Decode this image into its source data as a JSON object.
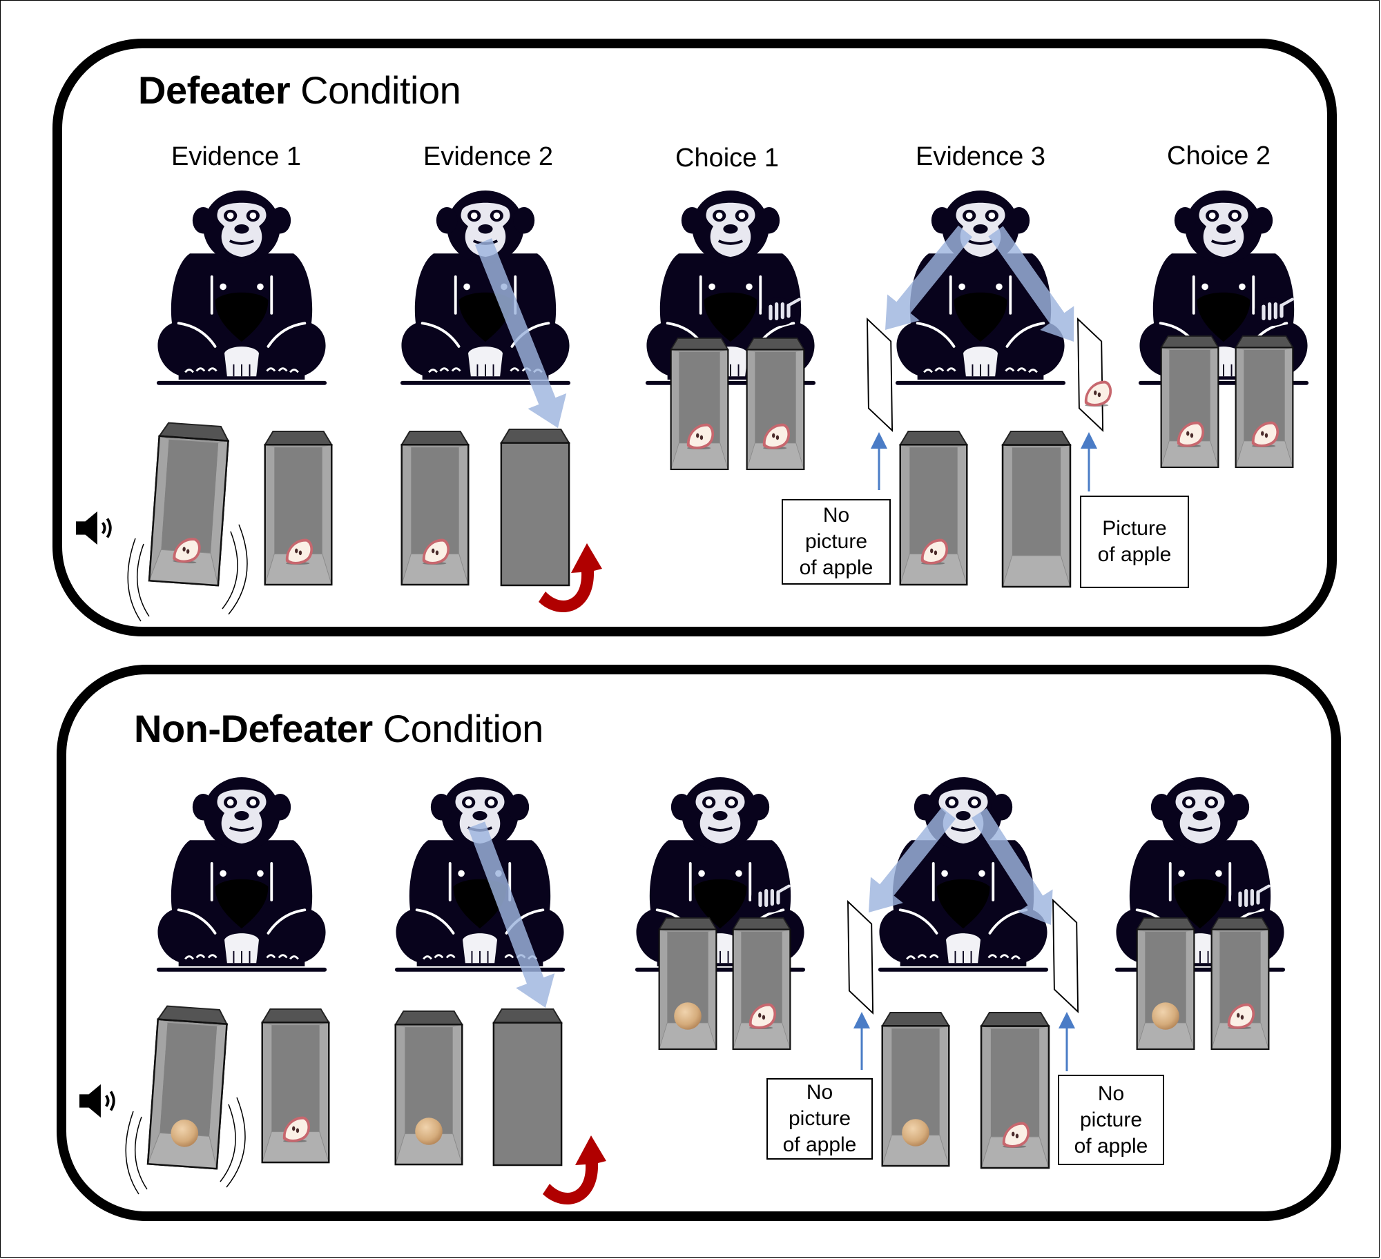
{
  "colors": {
    "defeater_border": "#8e69a8",
    "nondefeater_border": "#fce0bb",
    "chimp_body": "#08031c",
    "chimp_face": "#ffffff",
    "gaze_arrow": "#9db4de",
    "turn_arrow": "#b00000",
    "pointer_arrow": "#4a7cc6",
    "box_fill": "#808080",
    "box_top": "#545454"
  },
  "panels": [
    {
      "id": "defeater",
      "title_bold": "Defeater",
      "title_rest": " Condition",
      "phase_labels": [
        "Evidence 1",
        "Evidence 2",
        "Choice 1",
        "Evidence 3",
        "Choice 2"
      ],
      "phases": [
        {
          "name": "evidence-1",
          "event": "shake",
          "sound": true,
          "boxes": [
            {
              "content": "apple",
              "tilted": true
            },
            {
              "content": "apple"
            }
          ]
        },
        {
          "name": "evidence-2",
          "event": "look-into-box",
          "boxes": [
            {
              "content": "apple"
            },
            {
              "content": "closed",
              "turned": true
            }
          ]
        },
        {
          "name": "choice-1",
          "event": "choose",
          "boxes": [
            {
              "content": "apple"
            },
            {
              "content": "apple"
            }
          ]
        },
        {
          "name": "evidence-3",
          "event": "look-at-pictures",
          "boxes": [
            {
              "content": "apple"
            },
            {
              "content": "empty"
            }
          ],
          "notes": [
            "No\npicture\nof apple",
            "Picture\nof apple"
          ],
          "screen_pictures": [
            false,
            true
          ]
        },
        {
          "name": "choice-2",
          "event": "choose",
          "boxes": [
            {
              "content": "apple"
            },
            {
              "content": "apple"
            }
          ]
        }
      ]
    },
    {
      "id": "nondefeater",
      "title_bold": "Non-Defeater",
      "title_rest": " Condition",
      "phase_labels": [],
      "phases": [
        {
          "name": "evidence-1",
          "event": "shake",
          "sound": true,
          "boxes": [
            {
              "content": "ball",
              "tilted": true
            },
            {
              "content": "apple"
            }
          ]
        },
        {
          "name": "evidence-2",
          "event": "look-into-box",
          "boxes": [
            {
              "content": "ball"
            },
            {
              "content": "closed",
              "turned": true
            }
          ]
        },
        {
          "name": "choice-1",
          "event": "choose",
          "boxes": [
            {
              "content": "ball"
            },
            {
              "content": "apple"
            }
          ]
        },
        {
          "name": "evidence-3",
          "event": "look-at-pictures",
          "boxes": [
            {
              "content": "ball"
            },
            {
              "content": "apple"
            }
          ],
          "notes": [
            "No\npicture\nof apple",
            "No\npicture\nof apple"
          ],
          "screen_pictures": [
            false,
            false
          ]
        },
        {
          "name": "choice-2",
          "event": "choose",
          "boxes": [
            {
              "content": "ball"
            },
            {
              "content": "apple"
            }
          ]
        }
      ]
    }
  ]
}
